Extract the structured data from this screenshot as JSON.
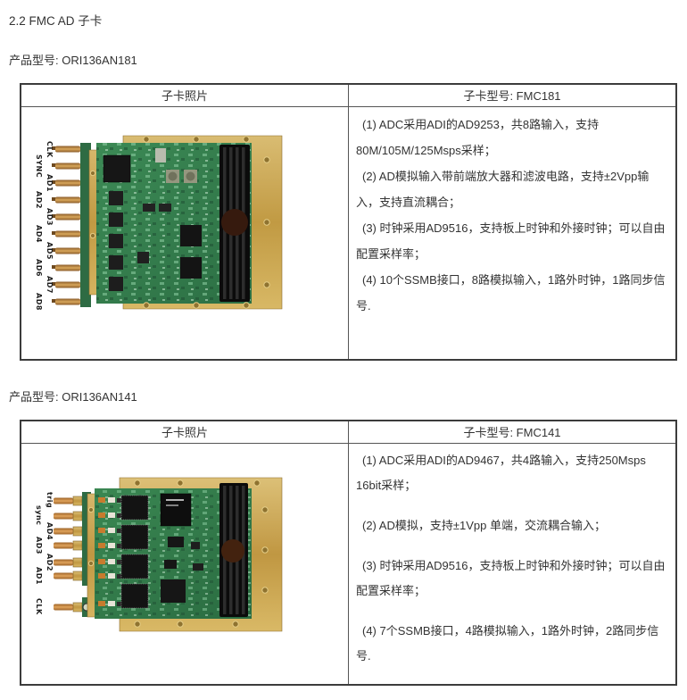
{
  "page": {
    "title": "2.2 FMC AD 子卡"
  },
  "colors": {
    "frame_gold": "#c9a24a",
    "pcb_green": "#2f7a49",
    "chip_black": "#161616",
    "connector_brass": "#b97f3f",
    "sticker_brown": "#3d2014",
    "text": "#333333",
    "table_border": "#3c3c3c"
  },
  "sections": [
    {
      "product_label": "产品型号: ORI136AN181",
      "photo_header": "子卡照片",
      "model_header": "子卡型号: FMC181",
      "specs": [
        "(1) ADC采用ADI的AD9253，共8路输入，支持80M/105M/125Msps采样；",
        "(2) AD模拟输入带前端放大器和滤波电路，支持±2Vpp输入，支持直流耦合；",
        "(3) 时钟采用AD9516，支持板上时钟和外接时钟；可以自由配置采样率；",
        "(4) 10个SSMB接口，8路模拟输入，1路外时钟，1路同步信号."
      ],
      "photo": {
        "labels": [
          "CLK",
          "SYNC",
          "AD1",
          "AD2",
          "AD3",
          "AD4",
          "AD5",
          "AD6",
          "AD7",
          "AD8"
        ]
      }
    },
    {
      "product_label": "产品型号: ORI136AN141",
      "photo_header": "子卡照片",
      "model_header": "子卡型号: FMC141",
      "specs": [
        "(1) ADC采用ADI的AD9467，共4路输入，支持250Msps 16bit采样；",
        "(2) AD模拟，支持±1Vpp 单端，交流耦合输入；",
        "(3) 时钟采用AD9516，支持板上时钟和外接时钟；可以自由配置采样率；",
        "(4) 7个SSMB接口，4路模拟输入，1路外时钟，2路同步信号."
      ],
      "photo": {
        "labels": [
          "trig",
          "sync",
          "AD4",
          "AD3",
          "AD2",
          "AD1",
          "CLK"
        ]
      }
    }
  ]
}
